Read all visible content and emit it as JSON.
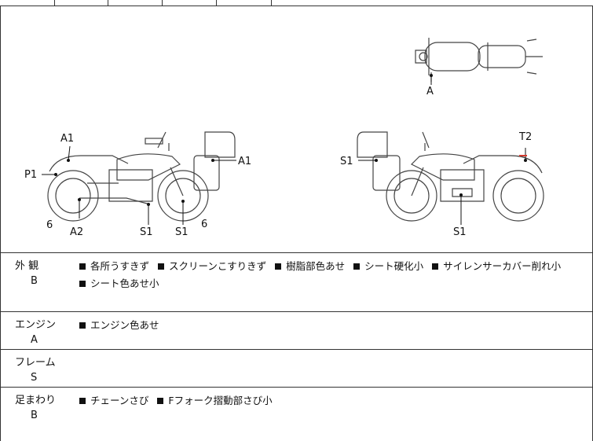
{
  "diagram": {
    "labels": {
      "top_a": "A",
      "left_a1_top": "A1",
      "left_p1": "P1",
      "left_a1_right": "A1",
      "left_6a": "6",
      "left_a2": "A2",
      "left_s1a": "S1",
      "left_s1b": "S1",
      "left_6b": "6",
      "right_t2": "T2",
      "right_s1_left": "S1",
      "right_s1_bottom": "S1"
    }
  },
  "sections": [
    {
      "name": "外 観",
      "grade": "B",
      "lines": [
        [
          "各所うすきず",
          "スクリーンこすりきず",
          "樹脂部色あせ",
          "シート硬化小",
          "サイレンサーカバー削れ小"
        ],
        [
          "シート色あせ小"
        ]
      ]
    },
    {
      "name": "エンジン",
      "grade": "A",
      "lines": [
        [
          "エンジン色あせ"
        ]
      ]
    },
    {
      "name": "フレーム",
      "grade": "S",
      "lines": []
    },
    {
      "name": "足まわり",
      "grade": "B",
      "lines": [
        [
          "チェーンさび",
          "Fフォーク摺動部さび小"
        ]
      ]
    }
  ],
  "colors": {
    "line": "#333333",
    "mark": "#d23a2e"
  }
}
